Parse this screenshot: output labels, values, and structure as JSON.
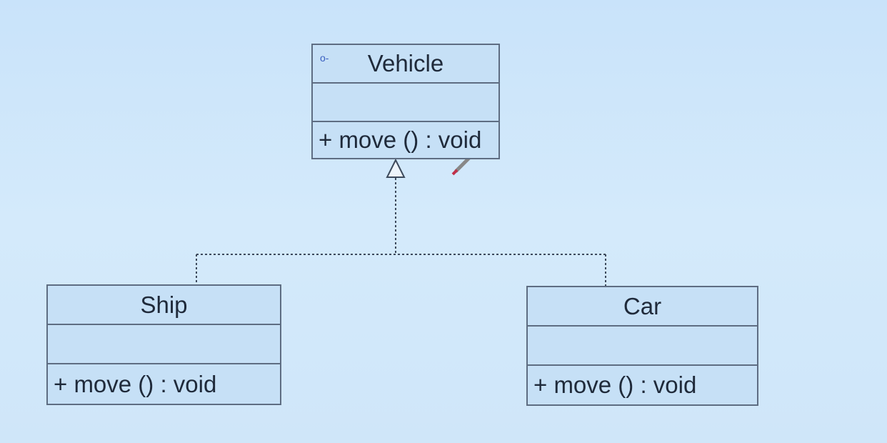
{
  "diagram": {
    "classes": [
      {
        "name": "Vehicle",
        "attributes": "",
        "operation": "+ move () : void",
        "stereotype_icon": "interface-lollipop-icon"
      },
      {
        "name": "Ship",
        "attributes": "",
        "operation": "+ move () : void"
      },
      {
        "name": "Car",
        "attributes": "",
        "operation": "+ move () : void"
      }
    ],
    "relations": [
      {
        "from": "Ship",
        "to": "Vehicle",
        "type": "realization"
      },
      {
        "from": "Car",
        "to": "Vehicle",
        "type": "realization"
      }
    ],
    "colors": {
      "box_fill": "#c6e0f6",
      "border": "#5e6d82",
      "text": "#1f2a3a"
    }
  }
}
